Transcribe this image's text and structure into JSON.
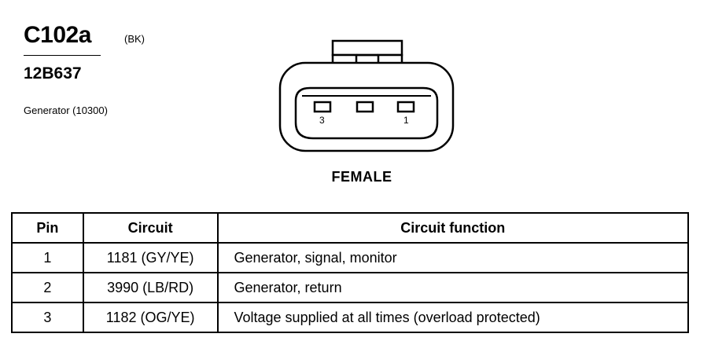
{
  "connector": {
    "id": "C102a",
    "color": "(BK)",
    "part_number": "12B637",
    "description": "Generator (10300)",
    "gender": "FEMALE",
    "pin_labels": {
      "left": "3",
      "right": "1"
    }
  },
  "table": {
    "headers": [
      "Pin",
      "Circuit",
      "Circuit function"
    ],
    "rows": [
      {
        "pin": "1",
        "circuit": "1181 (GY/YE)",
        "function": "Generator, signal, monitor"
      },
      {
        "pin": "2",
        "circuit": "3990 (LB/RD)",
        "function": "Generator, return"
      },
      {
        "pin": "3",
        "circuit": "1182 (OG/YE)",
        "function": "Voltage supplied at all times (overload protected)"
      }
    ]
  }
}
